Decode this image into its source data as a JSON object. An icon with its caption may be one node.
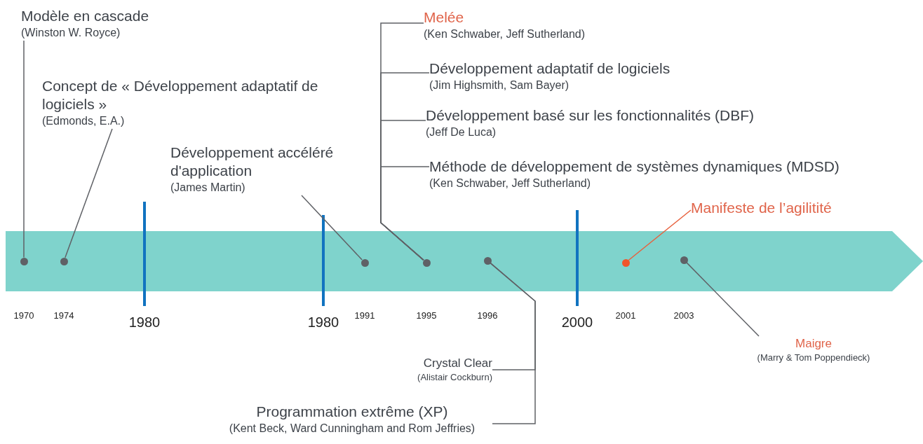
{
  "diagram": {
    "nodes": [
      {
        "text": [
          "Modèle en cascade",
          "(Winston W. Royce)"
        ]
      },
      {
        "text": [
          "Concept de « Développement adaptatif de logiciels »",
          "(Edmonds, E.A.)"
        ]
      },
      {
        "text": [
          "Développement accéléré d'application",
          "(James Martin)"
        ]
      },
      {
        "text": [
          "Melée",
          "(Ken Schwaber, Jeff Sutherland)"
        ]
      },
      {
        "text": [
          "Développement adaptatif de logiciels",
          "(Jim Highsmith, Sam Bayer)"
        ]
      },
      {
        "text": [
          "Développement basé sur les fonctionnalités (DBF)",
          "(Jeff De Luca)"
        ]
      },
      {
        "text": [
          "Méthode de développement de systèmes dynamiques (MDSD)",
          "(Ken Schwaber, Jeff Sutherland)"
        ]
      },
      {
        "text": [
          "Manifeste de l’agilitité"
        ]
      },
      {
        "text": [
          "Crystal Clear",
          "(Alistair Cockburn)"
        ]
      },
      {
        "text": [
          "Programmation extrême (XP)",
          "(Kent Beck, Ward Cunningham and Rom Jeffries)"
        ]
      },
      {
        "text": [
          "Maigre",
          "(Marry & Tom Poppendieck)"
        ]
      },
      {
        "text": [],
        "shape": "circle"
      },
      {
        "text": [],
        "shape": "circle"
      },
      {
        "text": [],
        "shape": "circle"
      },
      {
        "text": [],
        "shape": "circle"
      },
      {
        "text": [],
        "shape": "circle"
      },
      {
        "text": [],
        "shape": "circle"
      },
      {
        "text": [],
        "shape": "circle"
      }
    ],
    "edges": [
      {
        "from": 0,
        "to": 11,
        "arrow": "none"
      },
      {
        "from": 1,
        "to": 12,
        "arrow": "none"
      },
      {
        "from": 2,
        "to": 13,
        "arrow": "none"
      },
      {
        "from": 3,
        "to": 14,
        "arrow": "none"
      },
      {
        "from": 4,
        "to": 14,
        "arrow": "none"
      },
      {
        "from": 5,
        "to": 14,
        "arrow": "none"
      },
      {
        "from": 6,
        "to": 14,
        "arrow": "none"
      },
      {
        "from": 7,
        "to": 16,
        "arrow": "none",
        "color": "#e8603c"
      },
      {
        "from": 8,
        "to": 15,
        "arrow": "none"
      },
      {
        "from": 9,
        "to": 15,
        "arrow": "none"
      },
      {
        "from": 10,
        "to": 17,
        "arrow": "none"
      }
    ],
    "labels": [
      "1970",
      "1974",
      "1980",
      "1980",
      "1991",
      "1995",
      "1996",
      "2000",
      "2001",
      "2003"
    ]
  }
}
